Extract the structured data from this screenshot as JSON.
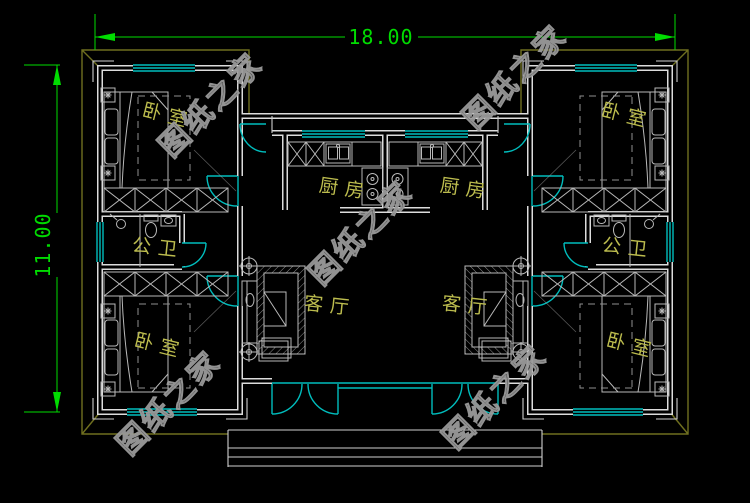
{
  "page": {
    "background": "#000000",
    "type": "cad-floor-plan"
  },
  "dimensions": {
    "top_width": "18.00",
    "left_height": "11.00"
  },
  "rooms": {
    "bedroom": "卧室",
    "kitchen": "厨房",
    "bathroom": "公卫",
    "living_room": "客厅"
  },
  "watermark": {
    "text": "图纸之家"
  },
  "colors": {
    "dimension_green": "#00DC00",
    "wall_white": "#DCDCDC",
    "fixture_cyan": "#00BDBD",
    "label_yellow": "#BCBC4E",
    "roof_outline_olive": "#6F6F1F",
    "watermark_gray": "#9A9A9A",
    "furniture_gray": "#B9B9B9",
    "background": "#000000"
  }
}
